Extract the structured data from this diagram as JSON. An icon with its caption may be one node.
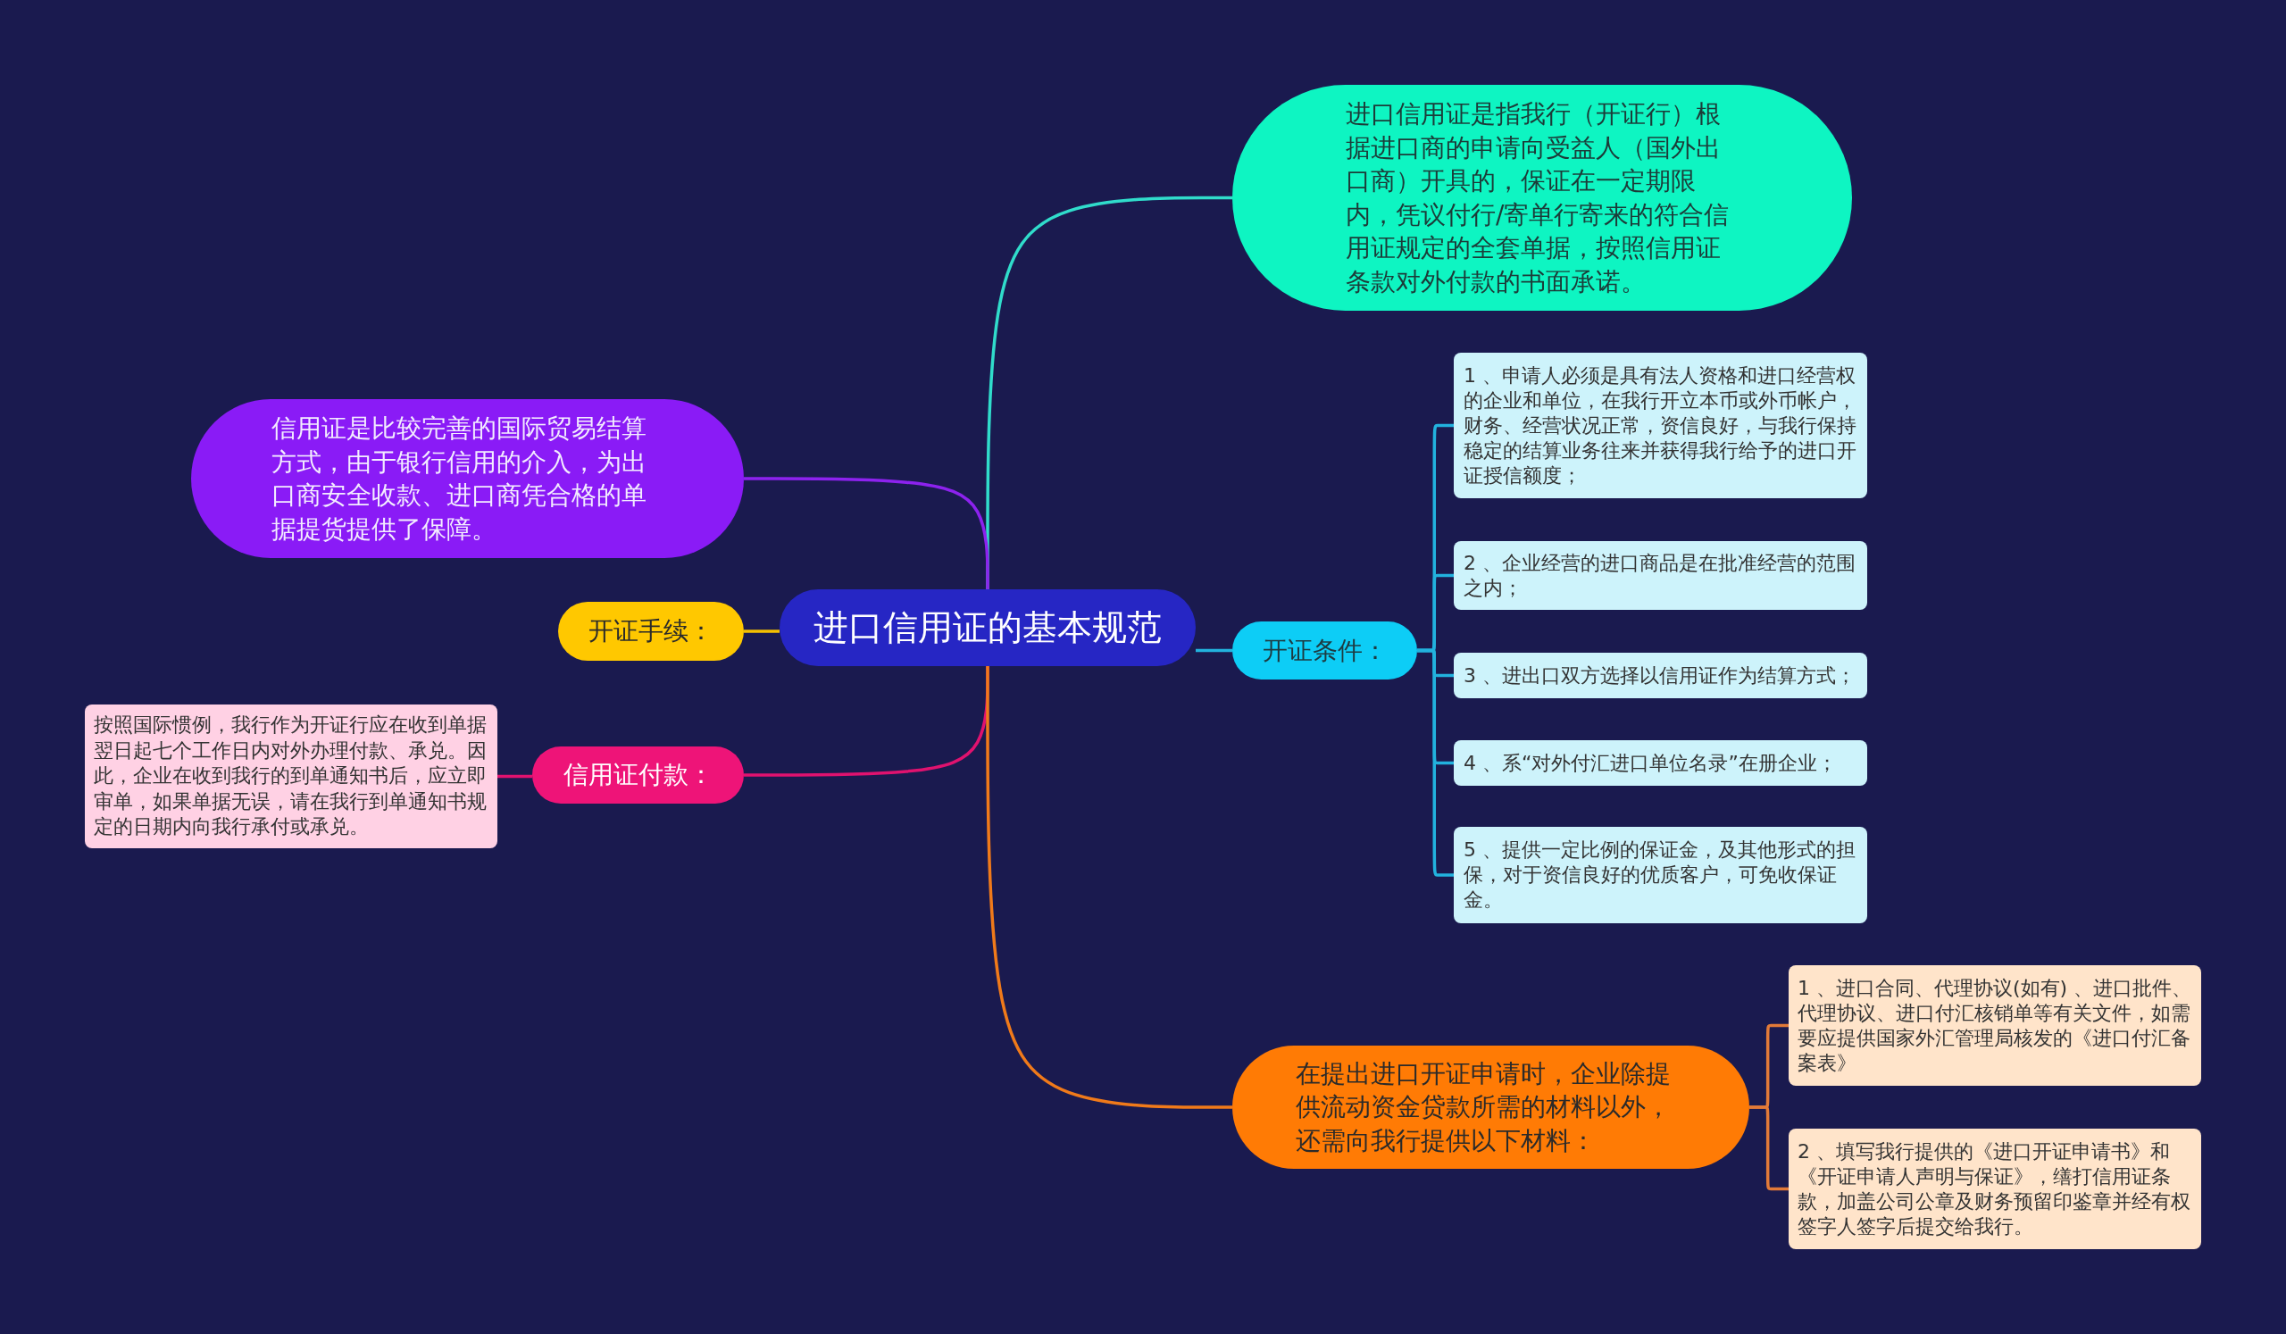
{
  "diagram": {
    "nodes": [
      {
        "text": [
          "进口信用证的基本规范"
        ]
      },
      {
        "text": [
          "进口信用证是指我行（开证行）根据进口商的申请向受益人（国外出口商）开具的，保证在一定期限内，凭议付行/寄单行寄来的符合信用证规定的全套单据，按照信用证条款对外付款的书面承诺。"
        ]
      },
      {
        "text": [
          "信用证是比较完善的国际贸易结算方式，由于银行信用的介入，为出口商安全收款、进口商凭合格的单据提货提供了保障。"
        ]
      },
      {
        "text": [
          "开证手续："
        ]
      },
      {
        "text": [
          "信用证付款："
        ]
      },
      {
        "text": [
          "按照国际惯例，我行作为开证行应在收到单据翌日起七个工作日内对外办理付款、承兑。因此，企业在收到我行的到单通知书后，应立即审单，如果单据无误，请在我行到单通知书规定的日期内向我行承付或承兑。"
        ]
      },
      {
        "text": [
          "开证条件："
        ]
      },
      {
        "text": [
          "1 、申请人必须是具有法人资格和进口经营权的企业和单位，在我行开立本币或外币帐户，财务、经营状况正常，资信良好，与我行保持稳定的结算业务往来并获得我行给予的进口开证授信额度；"
        ]
      },
      {
        "text": [
          "2 、企业经营的进口商品是在批准经营的范围之内；"
        ]
      },
      {
        "text": [
          "3 、进出口双方选择以信用证作为结算方式；"
        ]
      },
      {
        "text": [
          "4 、系“对外付汇进口单位名录”在册企业；"
        ]
      },
      {
        "text": [
          "5 、提供一定比例的保证金，及其他形式的担保，对于资信良好的优质客户，可免收保证金。"
        ]
      },
      {
        "text": [
          "在提出进口开证申请时，企业除提供流动资金贷款所需的材料以外，还需向我行提供以下材料："
        ]
      },
      {
        "text": [
          "1 、进口合同、代理协议(如有) 、进口批件、代理协议、进口付汇核销单等有关文件，如需要应提供国家外汇管理局核发的《进口付汇备案表》"
        ]
      },
      {
        "text": [
          "2 、填写我行提供的《进口开证申请书》和《开证申请人声明与保证》，缮打信用证条款，加盖公司公章及财务预留印鉴章并经有权签字人签字后提交给我行。"
        ]
      }
    ],
    "edges": [
      {
        "from": 0,
        "to": 1,
        "arrow": "none",
        "color": "#30dccb"
      },
      {
        "from": 0,
        "to": 2,
        "arrow": "none",
        "color": "#8d22ee"
      },
      {
        "from": 0,
        "to": 3,
        "arrow": "none",
        "color": "#f5c000"
      },
      {
        "from": 0,
        "to": 4,
        "arrow": "none",
        "color": "#e0126f"
      },
      {
        "from": 4,
        "to": 5,
        "arrow": "none",
        "color": "#e0126f"
      },
      {
        "from": 0,
        "to": 6,
        "arrow": "none",
        "color": "#22b2de"
      },
      {
        "from": 6,
        "to": 7,
        "arrow": "none",
        "color": "#22b2de"
      },
      {
        "from": 6,
        "to": 8,
        "arrow": "none",
        "color": "#22b2de"
      },
      {
        "from": 6,
        "to": 9,
        "arrow": "none",
        "color": "#22b2de"
      },
      {
        "from": 6,
        "to": 10,
        "arrow": "none",
        "color": "#22b2de"
      },
      {
        "from": 6,
        "to": 11,
        "arrow": "none",
        "color": "#22b2de"
      },
      {
        "from": 0,
        "to": 12,
        "arrow": "none",
        "color": "#f07a1a"
      },
      {
        "from": 12,
        "to": 13,
        "arrow": "none",
        "color": "#e27a38"
      },
      {
        "from": 12,
        "to": 14,
        "arrow": "none",
        "color": "#e27a38"
      }
    ]
  }
}
